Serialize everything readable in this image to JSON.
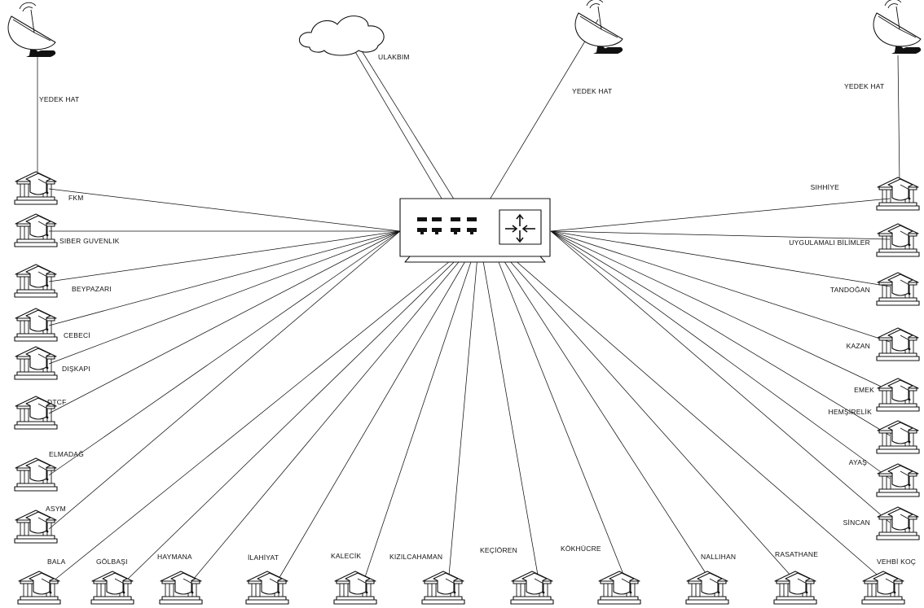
{
  "diagram": {
    "cloud_label": "ULAKBIM",
    "core_switch": {
      "icon": "network-switch-icon"
    },
    "satellites": [
      {
        "id": "sat-left",
        "label": "YEDEK HAT"
      },
      {
        "id": "sat-center",
        "label": "YEDEK HAT"
      },
      {
        "id": "sat-right",
        "label": "YEDEK HAT"
      }
    ],
    "left_sites": [
      "FKM",
      "SIBER GUVENLIK",
      "BEYPAZARI",
      "CEBECİ",
      "DIŞKAPI",
      "DTCF",
      "ELMADAĞ",
      "ASYM"
    ],
    "bottom_sites": [
      "BALA",
      "GÖLBAŞI",
      "HAYMANA",
      "İLAHİYAT",
      "KALECİK",
      "KIZILCAHAMAN",
      "KEÇİÖREN",
      "KÖKHÜCRE",
      "NALLIHAN",
      "RASATHANE",
      "VEHBİ KOÇ"
    ],
    "right_sites": [
      "SIHHİYE",
      "UYGULAMALI BİLİMLER",
      "TANDOĞAN",
      "KAZAN",
      "EMEK",
      "HEMŞİRELİK",
      "AYAŞ",
      "SİNCAN"
    ]
  }
}
